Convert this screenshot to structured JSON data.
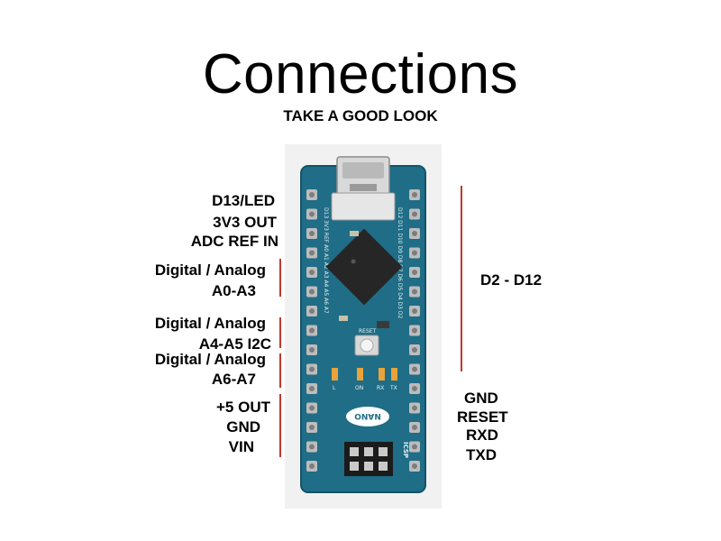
{
  "title": "Connections",
  "subtitle": "TAKE A GOOD LOOK",
  "colors": {
    "board": "#1f6d86",
    "board_dark": "#145468",
    "pin": "#c9c9c9",
    "accent_line": "#c0392b",
    "background": "#ffffff"
  },
  "left_labels": [
    {
      "id": "d13",
      "text": "D13/LED"
    },
    {
      "id": "3v3",
      "text": "3V3 OUT"
    },
    {
      "id": "adc",
      "text": "ADC REF IN"
    },
    {
      "id": "a0a3_t",
      "text": "Digital / Analog"
    },
    {
      "id": "a0a3",
      "text": "A0-A3"
    },
    {
      "id": "a4a5_t",
      "text": "Digital / Analog"
    },
    {
      "id": "a4a5",
      "text": "A4-A5 I2C"
    },
    {
      "id": "a6a7_t",
      "text": "Digital / Analog"
    },
    {
      "id": "a6a7",
      "text": "A6-A7"
    },
    {
      "id": "5v",
      "text": "+5 OUT"
    },
    {
      "id": "gnd",
      "text": "GND"
    },
    {
      "id": "vin",
      "text": "VIN"
    }
  ],
  "right_labels": [
    {
      "id": "d2d12",
      "text": "D2 - D12"
    },
    {
      "id": "gnd",
      "text": "GND"
    },
    {
      "id": "reset",
      "text": "RESET"
    },
    {
      "id": "rxd",
      "text": "RXD"
    },
    {
      "id": "txd",
      "text": "TXD"
    }
  ],
  "board": {
    "name": "NANO",
    "icsp": "ICSP",
    "reset_text": "RESET",
    "leds": [
      "L",
      "ON",
      "RX",
      "TX"
    ]
  }
}
